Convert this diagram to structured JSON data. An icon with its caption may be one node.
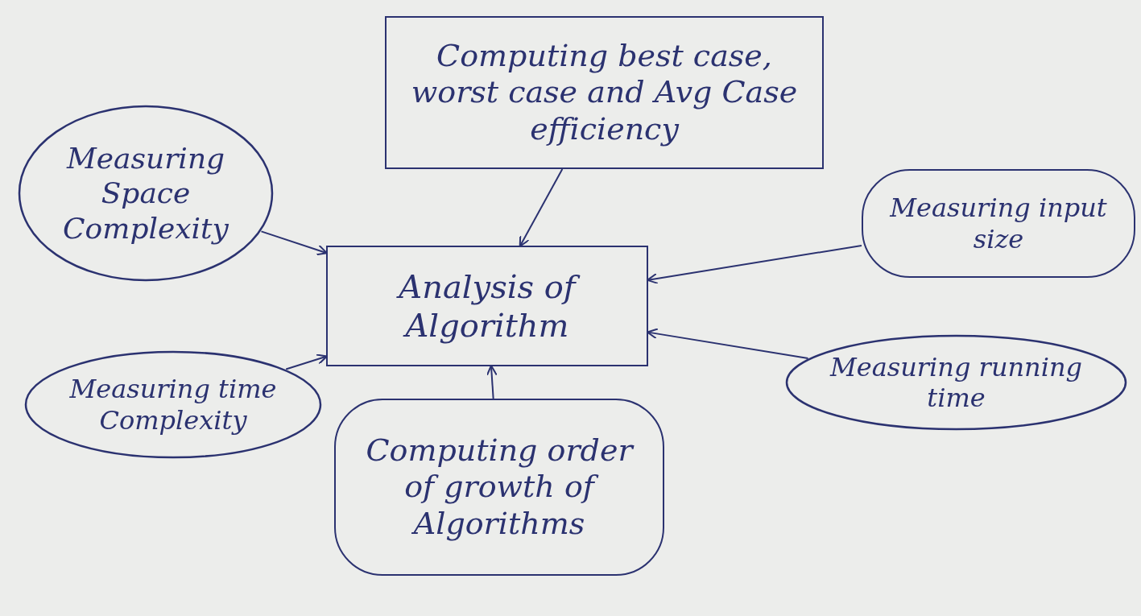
{
  "diagram": {
    "nodes": [
      {
        "text": [
          "Analysis of Algorithm"
        ]
      },
      {
        "text": [
          "Computing best case, worst case and Avg Case efficiency"
        ]
      },
      {
        "text": [
          "Measuring Space Complexity"
        ]
      },
      {
        "text": [
          "Measuring input size"
        ]
      },
      {
        "text": [
          "Measuring time Complexity"
        ]
      },
      {
        "text": [
          "Measuring running time"
        ]
      },
      {
        "text": [
          "Computing order of growth of Algorithms"
        ]
      }
    ],
    "edges": [
      {
        "from": 1,
        "to": 0,
        "arrow": "to"
      },
      {
        "from": 2,
        "to": 0,
        "arrow": "to"
      },
      {
        "from": 3,
        "to": 0,
        "arrow": "to"
      },
      {
        "from": 4,
        "to": 0,
        "arrow": "to"
      },
      {
        "from": 5,
        "to": 0,
        "arrow": "to"
      },
      {
        "from": 6,
        "to": 0,
        "arrow": "to"
      }
    ]
  }
}
